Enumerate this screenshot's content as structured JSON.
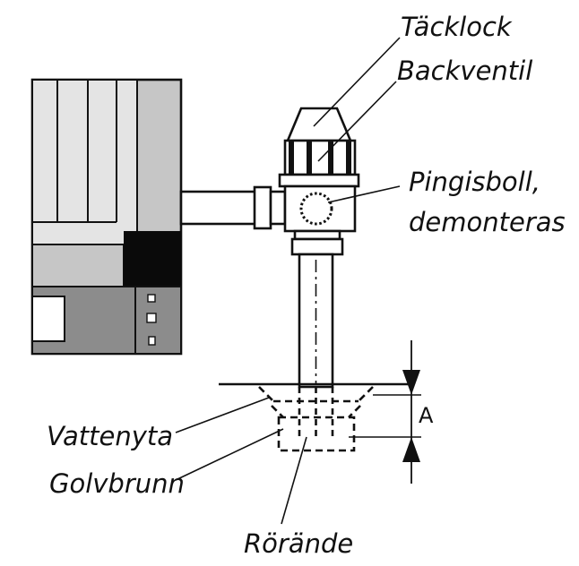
{
  "labels": {
    "tacklock": "Täcklock",
    "backventil": "Backventil",
    "pingisboll_line1": "Pingisboll,",
    "pingisboll_line2": "demonteras",
    "vattenyta": "Vattenyta",
    "golvbrunn": "Golvbrunn",
    "rorande": "Rörände",
    "dimension": "A"
  },
  "colors": {
    "ink": "#111111",
    "grey_light": "#e4e4e4",
    "grey_mid": "#c6c6c6",
    "grey_dark": "#8c8c8c",
    "black": "#0a0a0a",
    "white": "#ffffff"
  }
}
